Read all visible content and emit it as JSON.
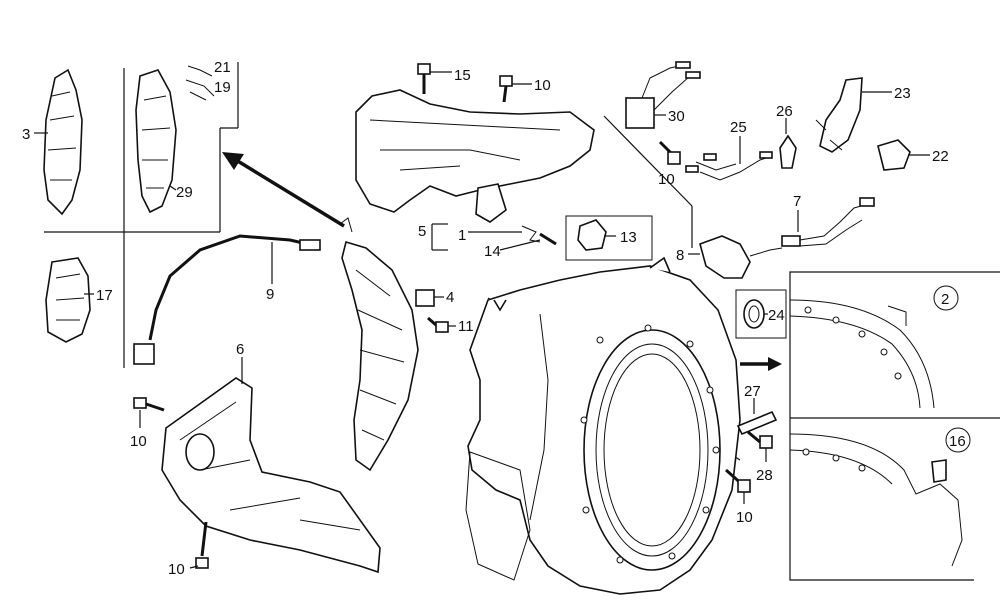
{
  "callouts": {
    "c1": "1",
    "c2": "2",
    "c3": "3",
    "c4": "4",
    "c5": "5",
    "c6": "6",
    "c7": "7",
    "c8": "8",
    "c9": "9",
    "c10a": "10",
    "c10b": "10",
    "c10c": "10",
    "c10d": "10",
    "c10e": "10",
    "c11": "11",
    "c13": "13",
    "c14": "14",
    "c15": "15",
    "c16": "16",
    "c17": "17",
    "c19": "19",
    "c21": "21",
    "c22": "22",
    "c23": "23",
    "c24": "24",
    "c25": "25",
    "c26": "26",
    "c27": "27",
    "c28": "28",
    "c29": "29",
    "c30": "30"
  }
}
